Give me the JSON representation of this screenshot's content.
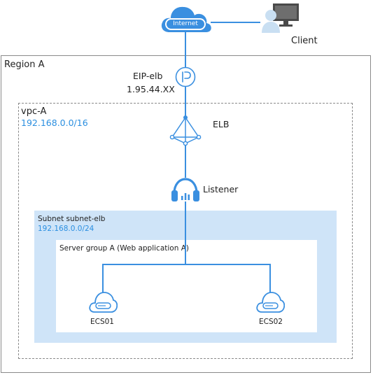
{
  "internet": {
    "label": "Internet"
  },
  "client": {
    "label": "Client"
  },
  "region": {
    "label": "Region A"
  },
  "eip": {
    "name": "EIP-elb",
    "address": "1.95.44.XX"
  },
  "vpc": {
    "name": "vpc-A",
    "cidr": "192.168.0.0/16"
  },
  "elb": {
    "label": "ELB"
  },
  "listener": {
    "label": "Listener"
  },
  "subnet": {
    "name": "Subnet subnet-elb",
    "cidr": "192.168.0.0/24"
  },
  "server_group": {
    "label": "Server group A (Web application A)"
  },
  "servers": [
    {
      "label": "ECS01"
    },
    {
      "label": "ECS02"
    }
  ],
  "colors": {
    "accent": "#2b8fe0",
    "subnet_fill": "#cfe4f8",
    "line": "#3a8fe0",
    "border": "#8a8a8a"
  }
}
